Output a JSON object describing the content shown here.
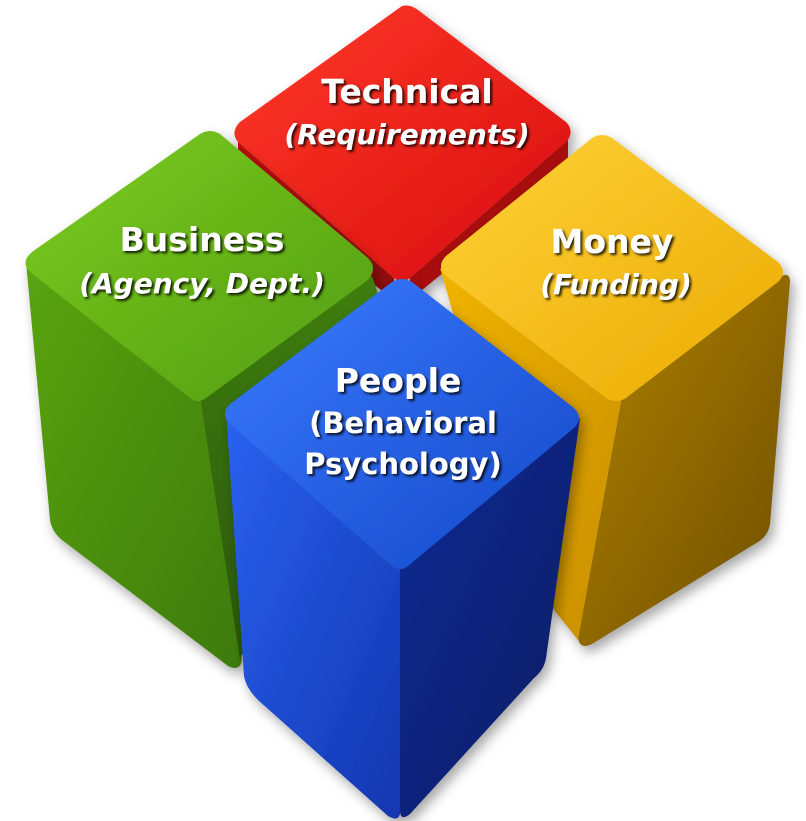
{
  "blocks": {
    "technical": {
      "title": "Technical",
      "subtitle": "(Requirements)",
      "color": "#e81010"
    },
    "business": {
      "title": "Business",
      "subtitle": "(Agency, Dept.)",
      "color": "#5aa412"
    },
    "money": {
      "title": "Money",
      "subtitle": "(Funding)",
      "color": "#f2b800"
    },
    "people": {
      "title": "People",
      "subtitle_line1": "(Behavioral",
      "subtitle_line2": "Psychology)",
      "color": "#1e56d8"
    }
  }
}
